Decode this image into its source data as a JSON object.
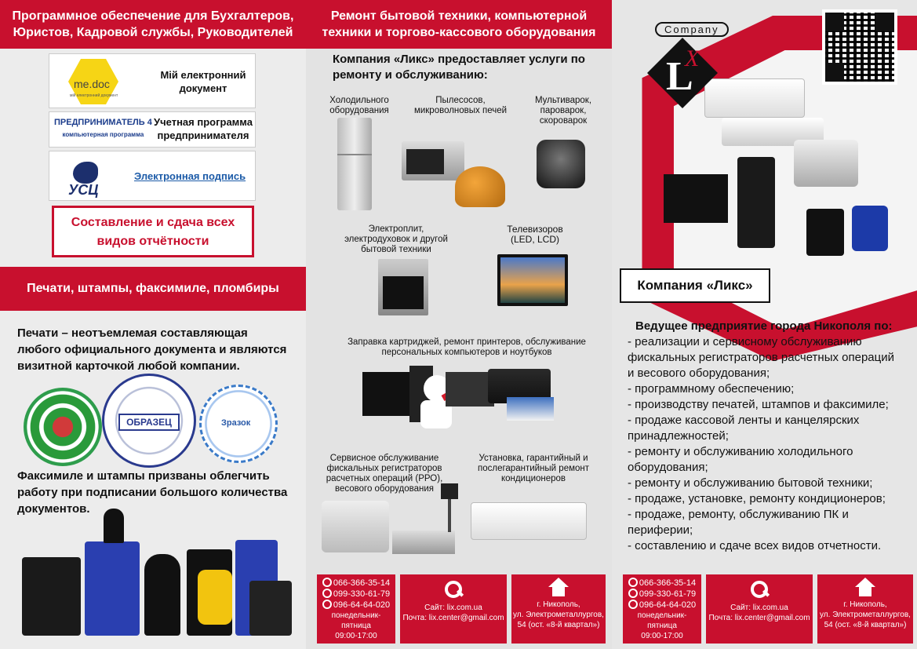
{
  "panel1": {
    "header": "Программное обеспечение для Бухгалтеров, Юристов, Кадровой службы, Руководителей",
    "medoc": {
      "logo_text": "me.doc",
      "logo_sub": "мій електронний документ",
      "caption": "Мій електронний документ"
    },
    "pr4": {
      "logo_title": "ПРЕДПРИНИМАТЕЛЬ 4",
      "logo_sub": "компьютерная программа",
      "caption": "Учетная программа предпринимателя"
    },
    "usc": {
      "logo_text": "УСЦ",
      "caption": "Электронная подпись"
    },
    "report": "Составление и сдача всех видов отчётности",
    "stamps_band": "Печати, штампы, факсимиле, пломбиры",
    "stamps_text": "Печати – неотъемлемая составляющая любого официального документа и являются визитной карточкой любой компании.",
    "seal_sample": "ОБРАЗЕЦ",
    "seal_sample2": "Зразок",
    "facsimile_text": "Факсимиле и штампы призваны облегчить работу при подписании большого количества документов."
  },
  "panel2": {
    "header": "Ремонт бытовой техники, компьютерной техники и торгово-кассового оборудования",
    "intro": "Компания «Ликс» предоставляет услуги по ремонту и обслуживанию:",
    "items": [
      {
        "label": "Холодильного оборудования"
      },
      {
        "label": "Пылесосов, микроволновых печей"
      },
      {
        "label": "Мультиварок, пароварок, скороварок"
      },
      {
        "label": "Электроплит, электродуховок и другой бытовой техники"
      },
      {
        "label": "Телевизоров (LED, LCD)"
      },
      {
        "label": "Заправка картриджей, ремонт принтеров, обслуживание персональных компьютеров и ноутбуков"
      },
      {
        "label": "Сервисное обслуживание фискальных регистраторов расчетных операций (РРО), весового оборудования"
      },
      {
        "label": "Установка, гарантийный и послегарантийный ремонт кондиционеров"
      }
    ]
  },
  "contacts": {
    "phones": [
      "066-366-35-14",
      "099-330-61-79",
      "096-64-64-020"
    ],
    "hours_label": "понедельник-пятница",
    "hours": "09:00-17:00",
    "site": "Сайт: lix.com.ua",
    "mail": "Почта: lix.center@gmail.com",
    "city": "г. Никополь,",
    "street": "ул. Электрометаллургов,",
    "building": "54 (ост. «8-й квартал»)"
  },
  "panel3": {
    "logo_company": "Company",
    "logo_l": "L",
    "logo_x": "X",
    "company_name": "Компания «Ликс»",
    "lead": "Ведущее предприятие города Никополя по:",
    "services": [
      "- реализации и сервисному обслуживанию фискальных регистраторов расчетных операций и весового оборудования;",
      "- программному обеспечению;",
      "- производству печатей, штампов и факсимиле;",
      "- продаже кассовой ленты и канцелярских принадлежностей;",
      "- ремонту и обслуживанию холодильного оборудования;",
      "- ремонту и обслуживанию бытовой техники;",
      "- продаже, установке, ремонту кондиционеров;",
      "- продаже, ремонту, обслуживанию ПК и периферии;",
      "- составлению и сдаче всех видов отчетности."
    ]
  },
  "colors": {
    "accent": "#c8102e",
    "text": "#111111",
    "panel_bg": "#e6e6e6"
  }
}
